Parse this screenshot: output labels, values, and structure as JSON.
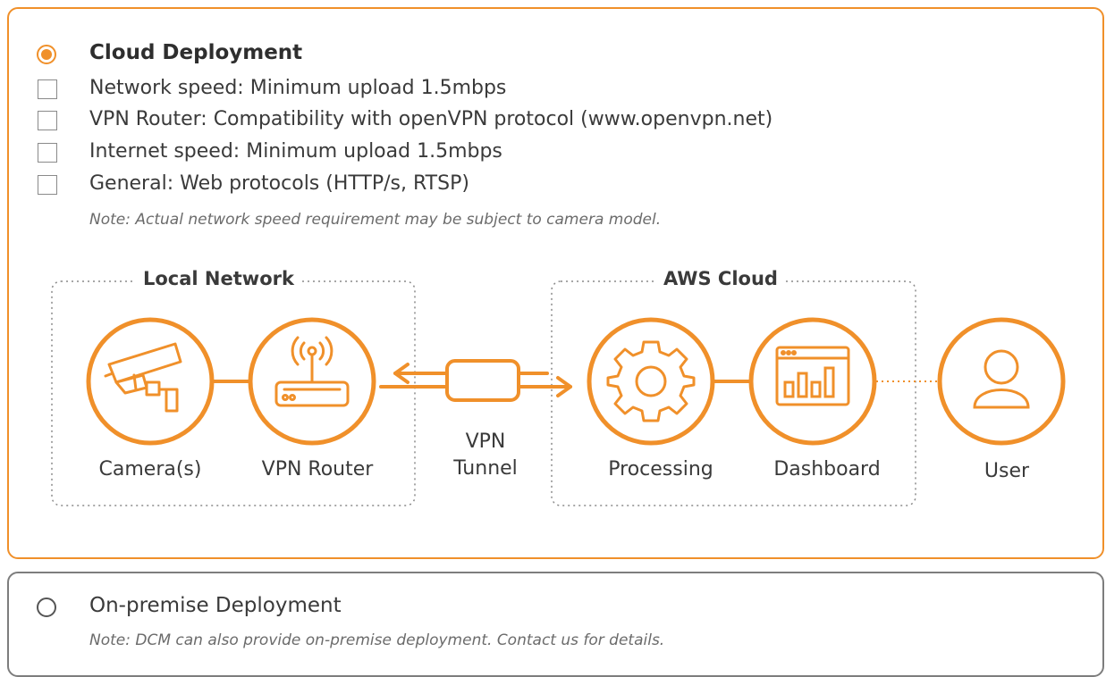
{
  "colors": {
    "accent": "#f0902a",
    "neutral_border": "#7d7d7d",
    "text": "#3a3a3a",
    "note": "#6b6b6b"
  },
  "cloud": {
    "title": "Cloud  Deployment",
    "selected": true,
    "requirements": [
      {
        "label": "Network speed: Minimum upload  1.5mbps",
        "checked": false
      },
      {
        "label": "VPN Router: Compatibility with openVPN protocol (www.openvpn.net)",
        "checked": false
      },
      {
        "label": "Internet speed: Minimum upload  1.5mbps",
        "checked": false
      },
      {
        "label": "General: Web protocols (HTTP/s, RTSP)",
        "checked": false
      }
    ],
    "note": "Note: Actual network speed requirement may be subject to camera model."
  },
  "diagram": {
    "local_group": "Local Network",
    "cloud_group": "AWS Cloud",
    "nodes": {
      "camera": {
        "label": "Camera(s)",
        "icon": "security-camera-icon"
      },
      "router": {
        "label": "VPN Router",
        "icon": "wifi-router-icon"
      },
      "processing": {
        "label": "Processing",
        "icon": "gear-icon"
      },
      "dashboard": {
        "label": "Dashboard",
        "icon": "dashboard-chart-icon"
      },
      "user": {
        "label": "User",
        "icon": "user-icon"
      }
    },
    "tunnel": {
      "line1": "VPN",
      "line2": "Tunnel"
    }
  },
  "onprem": {
    "title": "On-premise Deployment",
    "selected": false,
    "note": "Note: DCM can also provide on-premise deployment. Contact us for details."
  }
}
